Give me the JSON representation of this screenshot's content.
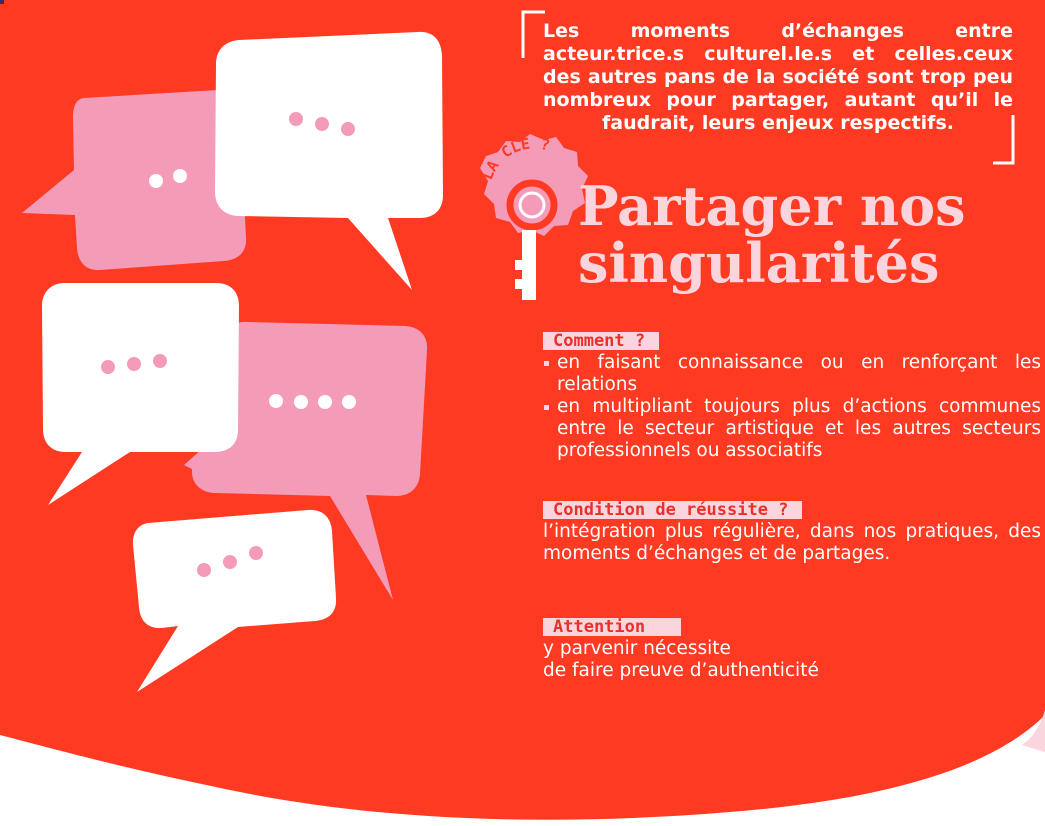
{
  "colors": {
    "background_red": "#ff3a22",
    "accent_pink": "#f49bb8",
    "label_pink": "#fbd5de",
    "bubble_white": "#ffffff"
  },
  "icons": [
    "speech-bubble-icon",
    "key-icon",
    "bracket-corner"
  ],
  "intro": "Les moments d’échanges entre acteur.trice.s culturel.le.s et celles.ceux des autres pans de la société sont trop peu nombreux pour partager, autant qu’il le faudrait, leurs enjeux respectifs.",
  "badge": {
    "text": "LA CLÉ ?"
  },
  "title": {
    "line1": "Partager nos",
    "line2": "singularités"
  },
  "comment": {
    "label": "Comment ?",
    "items": [
      "en faisant connaissance ou en renforçant les relations",
      "en multipliant toujours plus d’actions communes entre le secteur artistique et les autres secteurs professionnels ou associatifs"
    ]
  },
  "condition": {
    "label": "Condition de réussite ?",
    "text": "l’intégration plus régulière, dans nos pratiques, des moments d’échanges et de partages."
  },
  "attention": {
    "label": "Attention",
    "line1": "y parvenir nécessite",
    "line2": "de faire preuve d’authenticité"
  }
}
